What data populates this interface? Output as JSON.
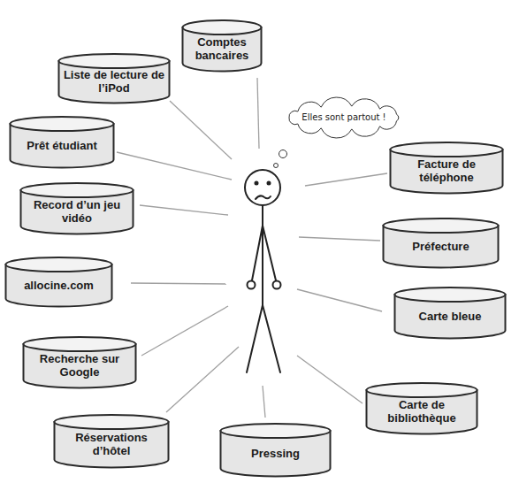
{
  "diagram": {
    "nodes": [
      {
        "text": [
          "Comptes bancaires"
        ]
      },
      {
        "text": [
          "Liste de lecture de l’iPod"
        ]
      },
      {
        "text": [
          "Elles sont partout !"
        ]
      },
      {
        "text": [
          "Prêt étudiant"
        ]
      },
      {
        "text": [
          "Facture de téléphone"
        ]
      },
      {
        "text": [
          "Record d’un jeu vidéo"
        ]
      },
      {
        "text": [
          "Préfecture"
        ]
      },
      {
        "text": [
          "allocine.com"
        ]
      },
      {
        "text": [
          "Carte bleue"
        ]
      },
      {
        "text": [
          "Recherche sur Google"
        ]
      },
      {
        "text": [
          "Carte de bibliothèque"
        ]
      },
      {
        "text": [
          "Réservations d’hôtel"
        ]
      },
      {
        "text": [
          "Pressing"
        ]
      }
    ]
  }
}
